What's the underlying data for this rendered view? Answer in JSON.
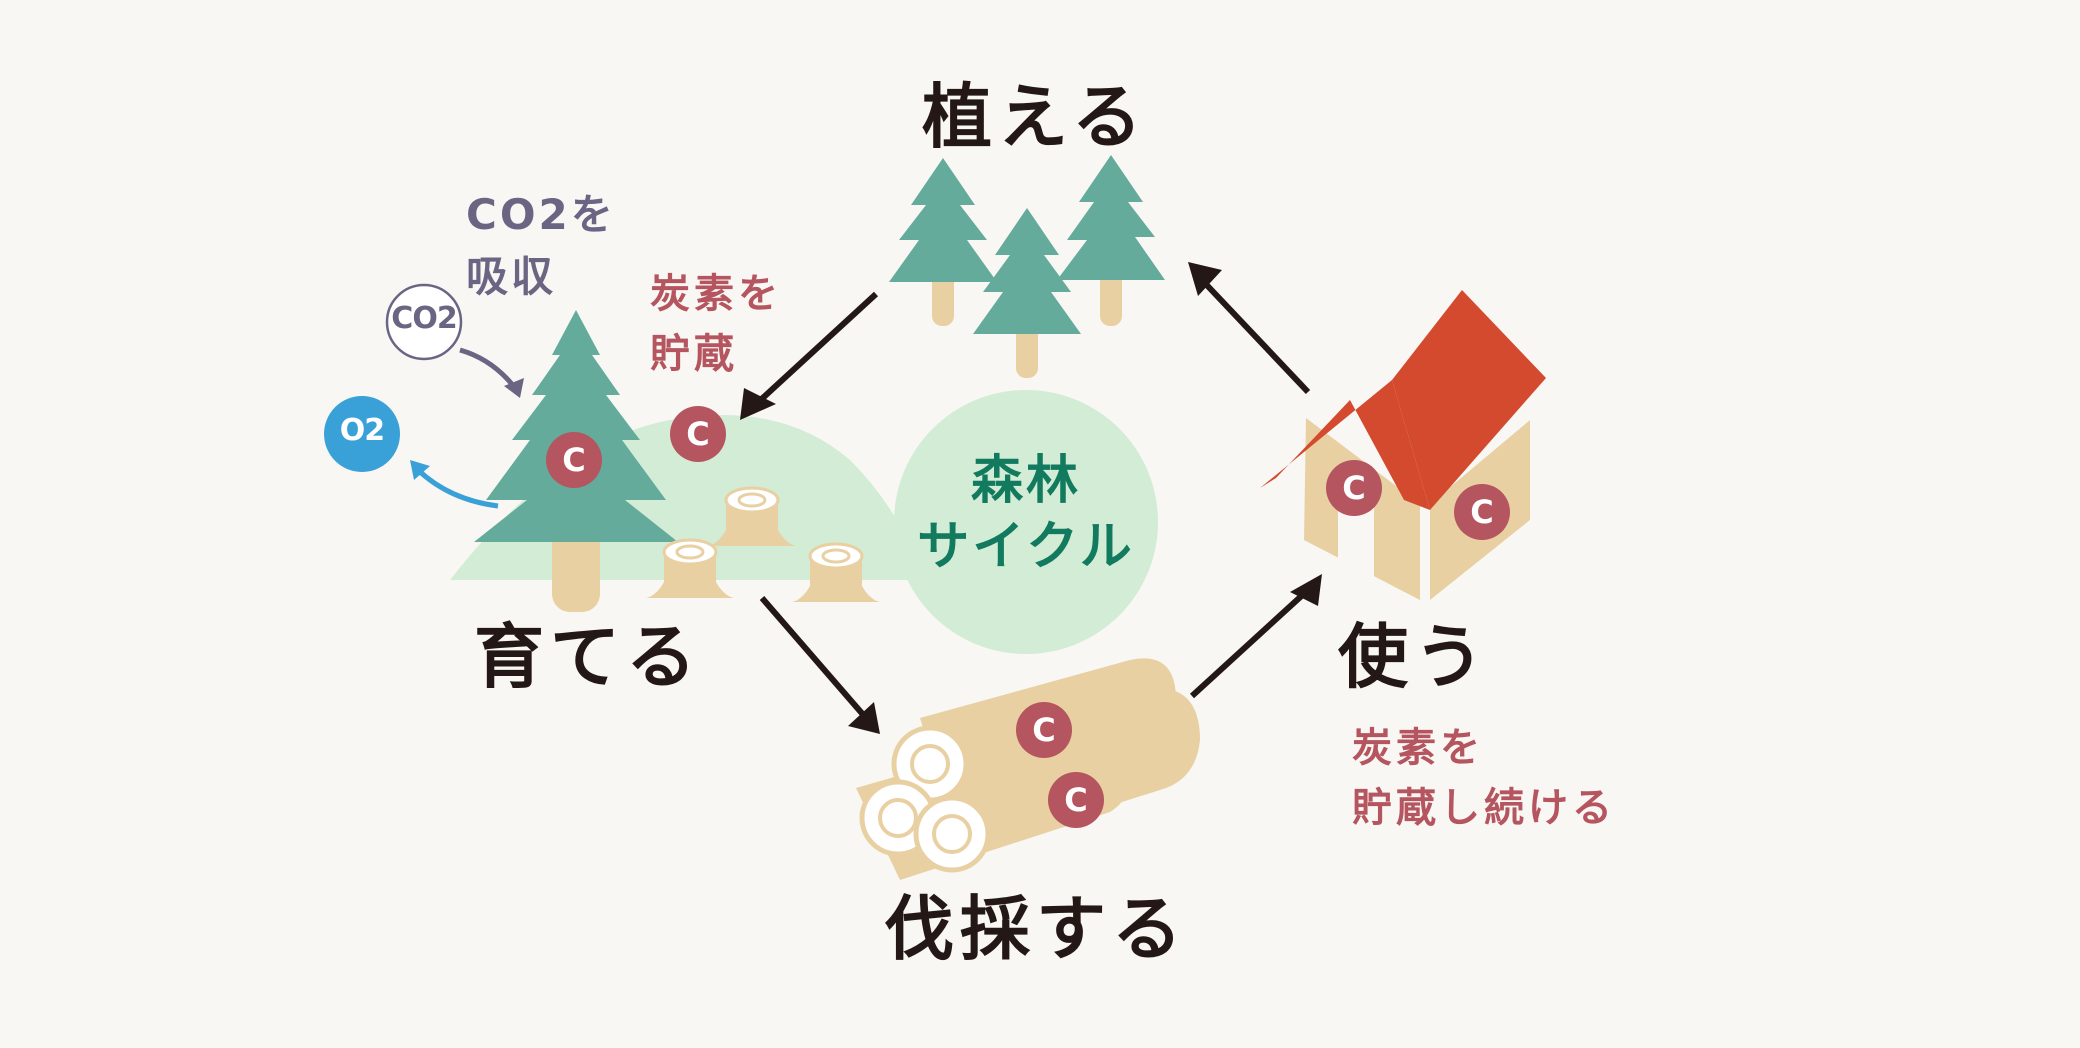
{
  "center": {
    "line1": "森林",
    "line2": "サイクル"
  },
  "stages": {
    "plant": "植える",
    "grow": "育てる",
    "harvest": "伐採する",
    "use": "使う"
  },
  "notes": {
    "absorb_line1": "CO2を",
    "absorb_line2": "吸収",
    "store_line1": "炭素を",
    "store_line2": "貯蔵",
    "keep_store_line1": "炭素を",
    "keep_store_line2": "貯蔵し続ける"
  },
  "badges": {
    "co2": "CO2",
    "o2": "O2",
    "carbon": "C"
  },
  "colors": {
    "background": "#f8f7f3",
    "tree_green": "#64ab9b",
    "trunk": "#e8d0a2",
    "hill": "#d2ecd6",
    "carbon_badge": "#b4555f",
    "roof": "#d44a2e",
    "arrow": "#231815",
    "center_circle": "#d2ecd6",
    "center_text": "#127a5e",
    "o2_badge": "#3aa0d8",
    "co2_ring": "#6b6584"
  }
}
